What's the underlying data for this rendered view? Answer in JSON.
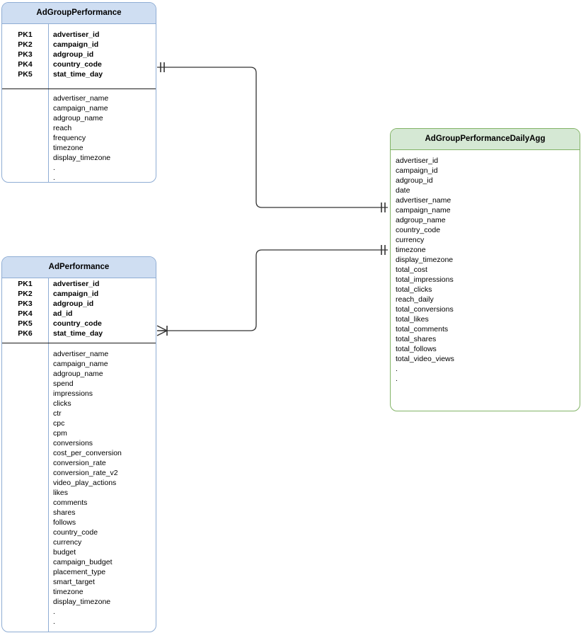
{
  "diagram": {
    "type": "entity-relationship-diagram",
    "background": "#ffffff",
    "colors": {
      "blue_fill": "#cfdef2",
      "blue_border": "#8fadd4",
      "green_fill": "#d5e8d4",
      "green_border": "#82b366",
      "connector": "#333333"
    }
  },
  "entities": [
    {
      "id": "adgroup_performance",
      "title": "AdGroupPerformance",
      "style": "blue",
      "primary_keys": [
        {
          "label": "PK1",
          "field": "advertiser_id"
        },
        {
          "label": "PK2",
          "field": "campaign_id"
        },
        {
          "label": "PK3",
          "field": "adgroup_id"
        },
        {
          "label": "PK4",
          "field": "country_code"
        },
        {
          "label": "PK5",
          "field": "stat_time_day"
        }
      ],
      "attributes": [
        "advertiser_name",
        "campaign_name",
        "adgroup_name",
        "reach",
        "frequency",
        "timezone",
        "display_timezone",
        ".",
        "."
      ]
    },
    {
      "id": "ad_performance",
      "title": "AdPerformance",
      "style": "blue",
      "primary_keys": [
        {
          "label": "PK1",
          "field": "advertiser_id"
        },
        {
          "label": "PK2",
          "field": "campaign_id"
        },
        {
          "label": "PK3",
          "field": "adgroup_id"
        },
        {
          "label": "PK4",
          "field": "ad_id"
        },
        {
          "label": "PK5",
          "field": "country_code"
        },
        {
          "label": "PK6",
          "field": "stat_time_day"
        }
      ],
      "attributes": [
        "advertiser_name",
        "campaign_name",
        "adgroup_name",
        "spend",
        "impressions",
        "clicks",
        "ctr",
        "cpc",
        "cpm",
        "conversions",
        "cost_per_conversion",
        "conversion_rate",
        "conversion_rate_v2",
        "video_play_actions",
        "likes",
        "comments",
        "shares",
        "follows",
        "country_code",
        "currency",
        "budget",
        "campaign_budget",
        "placement_type",
        "smart_target",
        "timezone",
        "display_timezone",
        ".",
        "."
      ]
    },
    {
      "id": "adgroup_performance_daily_agg",
      "title": "AdGroupPerformanceDailyAgg",
      "style": "green",
      "primary_keys": [],
      "attributes": [
        "advertiser_id",
        "campaign_id",
        "adgroup_id",
        "date",
        "advertiser_name",
        "campaign_name",
        "adgroup_name",
        "country_code",
        "currency",
        "timezone",
        "display_timezone",
        "total_cost",
        "total_impressions",
        "total_clicks",
        "reach_daily",
        "total_conversions",
        "total_likes",
        "total_comments",
        "total_shares",
        "total_follows",
        "total_video_views",
        ".",
        "."
      ]
    }
  ],
  "relationships": [
    {
      "id": "rel-adgroup-to-agg",
      "from": "adgroup_performance",
      "to": "adgroup_performance_daily_agg",
      "from_cardinality": "one-and-only-one",
      "to_cardinality": "one-and-only-one"
    },
    {
      "id": "rel-ad-to-agg",
      "from": "ad_performance",
      "to": "adgroup_performance_daily_agg",
      "from_cardinality": "one-or-many",
      "to_cardinality": "one-and-only-one"
    }
  ]
}
